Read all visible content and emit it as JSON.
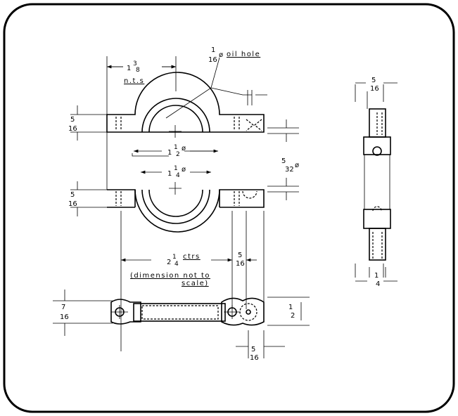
{
  "drawing": {
    "dims": {
      "top_width_whole": "1",
      "top_width_num": "3",
      "top_width_den": "8",
      "nts": "n.t.s",
      "oil_num": "1",
      "oil_den": "16",
      "oil_label": "oil hole",
      "dia": "ø",
      "flange_top_num": "5",
      "flange_top_den": "16",
      "flange_bot_num": "5",
      "flange_bot_den": "16",
      "outer_whole": "1",
      "outer_num": "1",
      "outer_den": "2",
      "inner_whole": "1",
      "inner_num": "1",
      "inner_den": "4",
      "hole_num": "5",
      "hole_den": "32",
      "ctrs_whole": "2",
      "ctrs_num": "1",
      "ctrs_den": "4",
      "ctrs_label": "ctrs",
      "note_line1": "(dimension not to",
      "note_line2": "scale)",
      "end_num": "5",
      "end_den": "16",
      "plan_left_num": "7",
      "plan_left_den": "16",
      "plan_right_num": "1",
      "plan_right_den": "2",
      "plan_bot_num": "5",
      "plan_bot_den": "16",
      "side_top_num": "5",
      "side_top_den": "16",
      "side_bot_num": "1",
      "side_bot_den": "4"
    }
  }
}
